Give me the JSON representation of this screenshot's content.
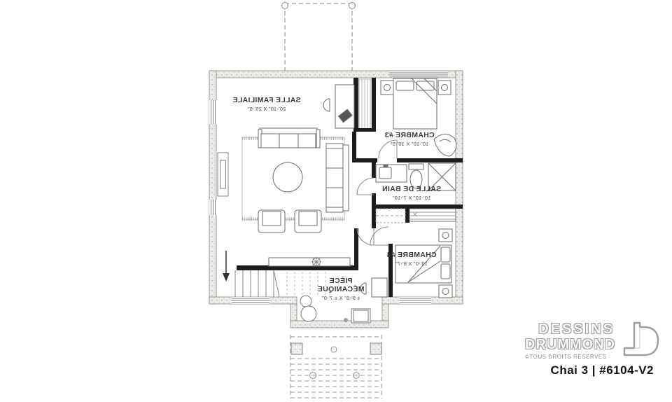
{
  "rooms": [
    {
      "name": "SALLE FAMILIALE",
      "dims": "20'-10\" X 25'-6\""
    },
    {
      "name": "CHAMBRE #3",
      "dims": "10'-10\" X 10'-5\""
    },
    {
      "name": "SALLE DE BAIN",
      "dims": "10'-10\" X 7'-10\""
    },
    {
      "name": "CHAMBRE #4",
      "dims": "10'-0\" X 8'-7\""
    },
    {
      "name_line1": "PIÈCE",
      "name_line2": "MÉCANIQUE",
      "dims": "± 9'-8\" X ± 7'-0\""
    }
  ],
  "plan_notes": {
    "text_mirrored": "true"
  },
  "branding": {
    "name_line1": "DESSINS",
    "name_line2": "DRUMMOND",
    "rights": "©TOUS DROITS RÉSERVÉS"
  },
  "footer": {
    "plan_number": "Chai 3 | #6104-V2"
  },
  "colors": {
    "wall_fill": "#ececE9",
    "interior_wall": "#1c1c1c",
    "furniture_line": "#6b6b6b",
    "label_text": "#3a3a3a",
    "logo_gray": "#9d9d9d"
  }
}
